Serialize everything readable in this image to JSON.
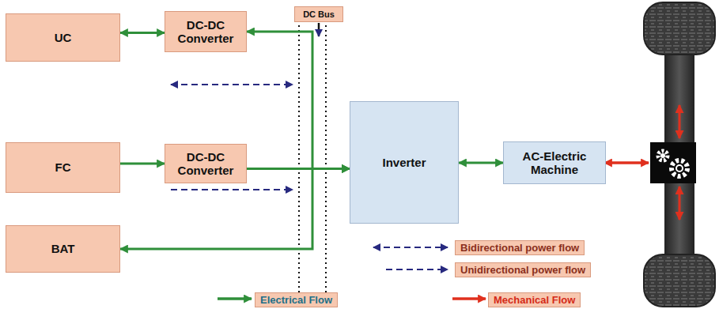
{
  "diagram": {
    "nodes": [
      {
        "text": [
          "UC"
        ]
      },
      {
        "text": [
          "DC-DC Converter"
        ]
      },
      {
        "text": [
          "DC Bus"
        ]
      },
      {
        "text": [
          "FC"
        ]
      },
      {
        "text": [
          "DC-DC Converter"
        ]
      },
      {
        "text": [
          "Inverter"
        ]
      },
      {
        "text": [
          "AC-Electric Machine"
        ]
      },
      {
        "text": [
          "BAT"
        ]
      }
    ],
    "edges": [
      {
        "from": 0,
        "to": 1,
        "arrow": "both"
      },
      {
        "from": 3,
        "to": 4,
        "arrow": "to"
      },
      {
        "from": 1,
        "to": 5,
        "arrow": "both"
      },
      {
        "from": 4,
        "to": 5,
        "arrow": "to"
      },
      {
        "from": 7,
        "to": 5,
        "arrow": "both"
      },
      {
        "from": 5,
        "to": 6,
        "arrow": "both"
      }
    ],
    "legend": [
      {
        "text": "Bidirectional power flow"
      },
      {
        "text": "Unidirectional power flow"
      },
      {
        "text": "Electrical Flow"
      },
      {
        "text": "Mechanical Flow"
      }
    ]
  }
}
